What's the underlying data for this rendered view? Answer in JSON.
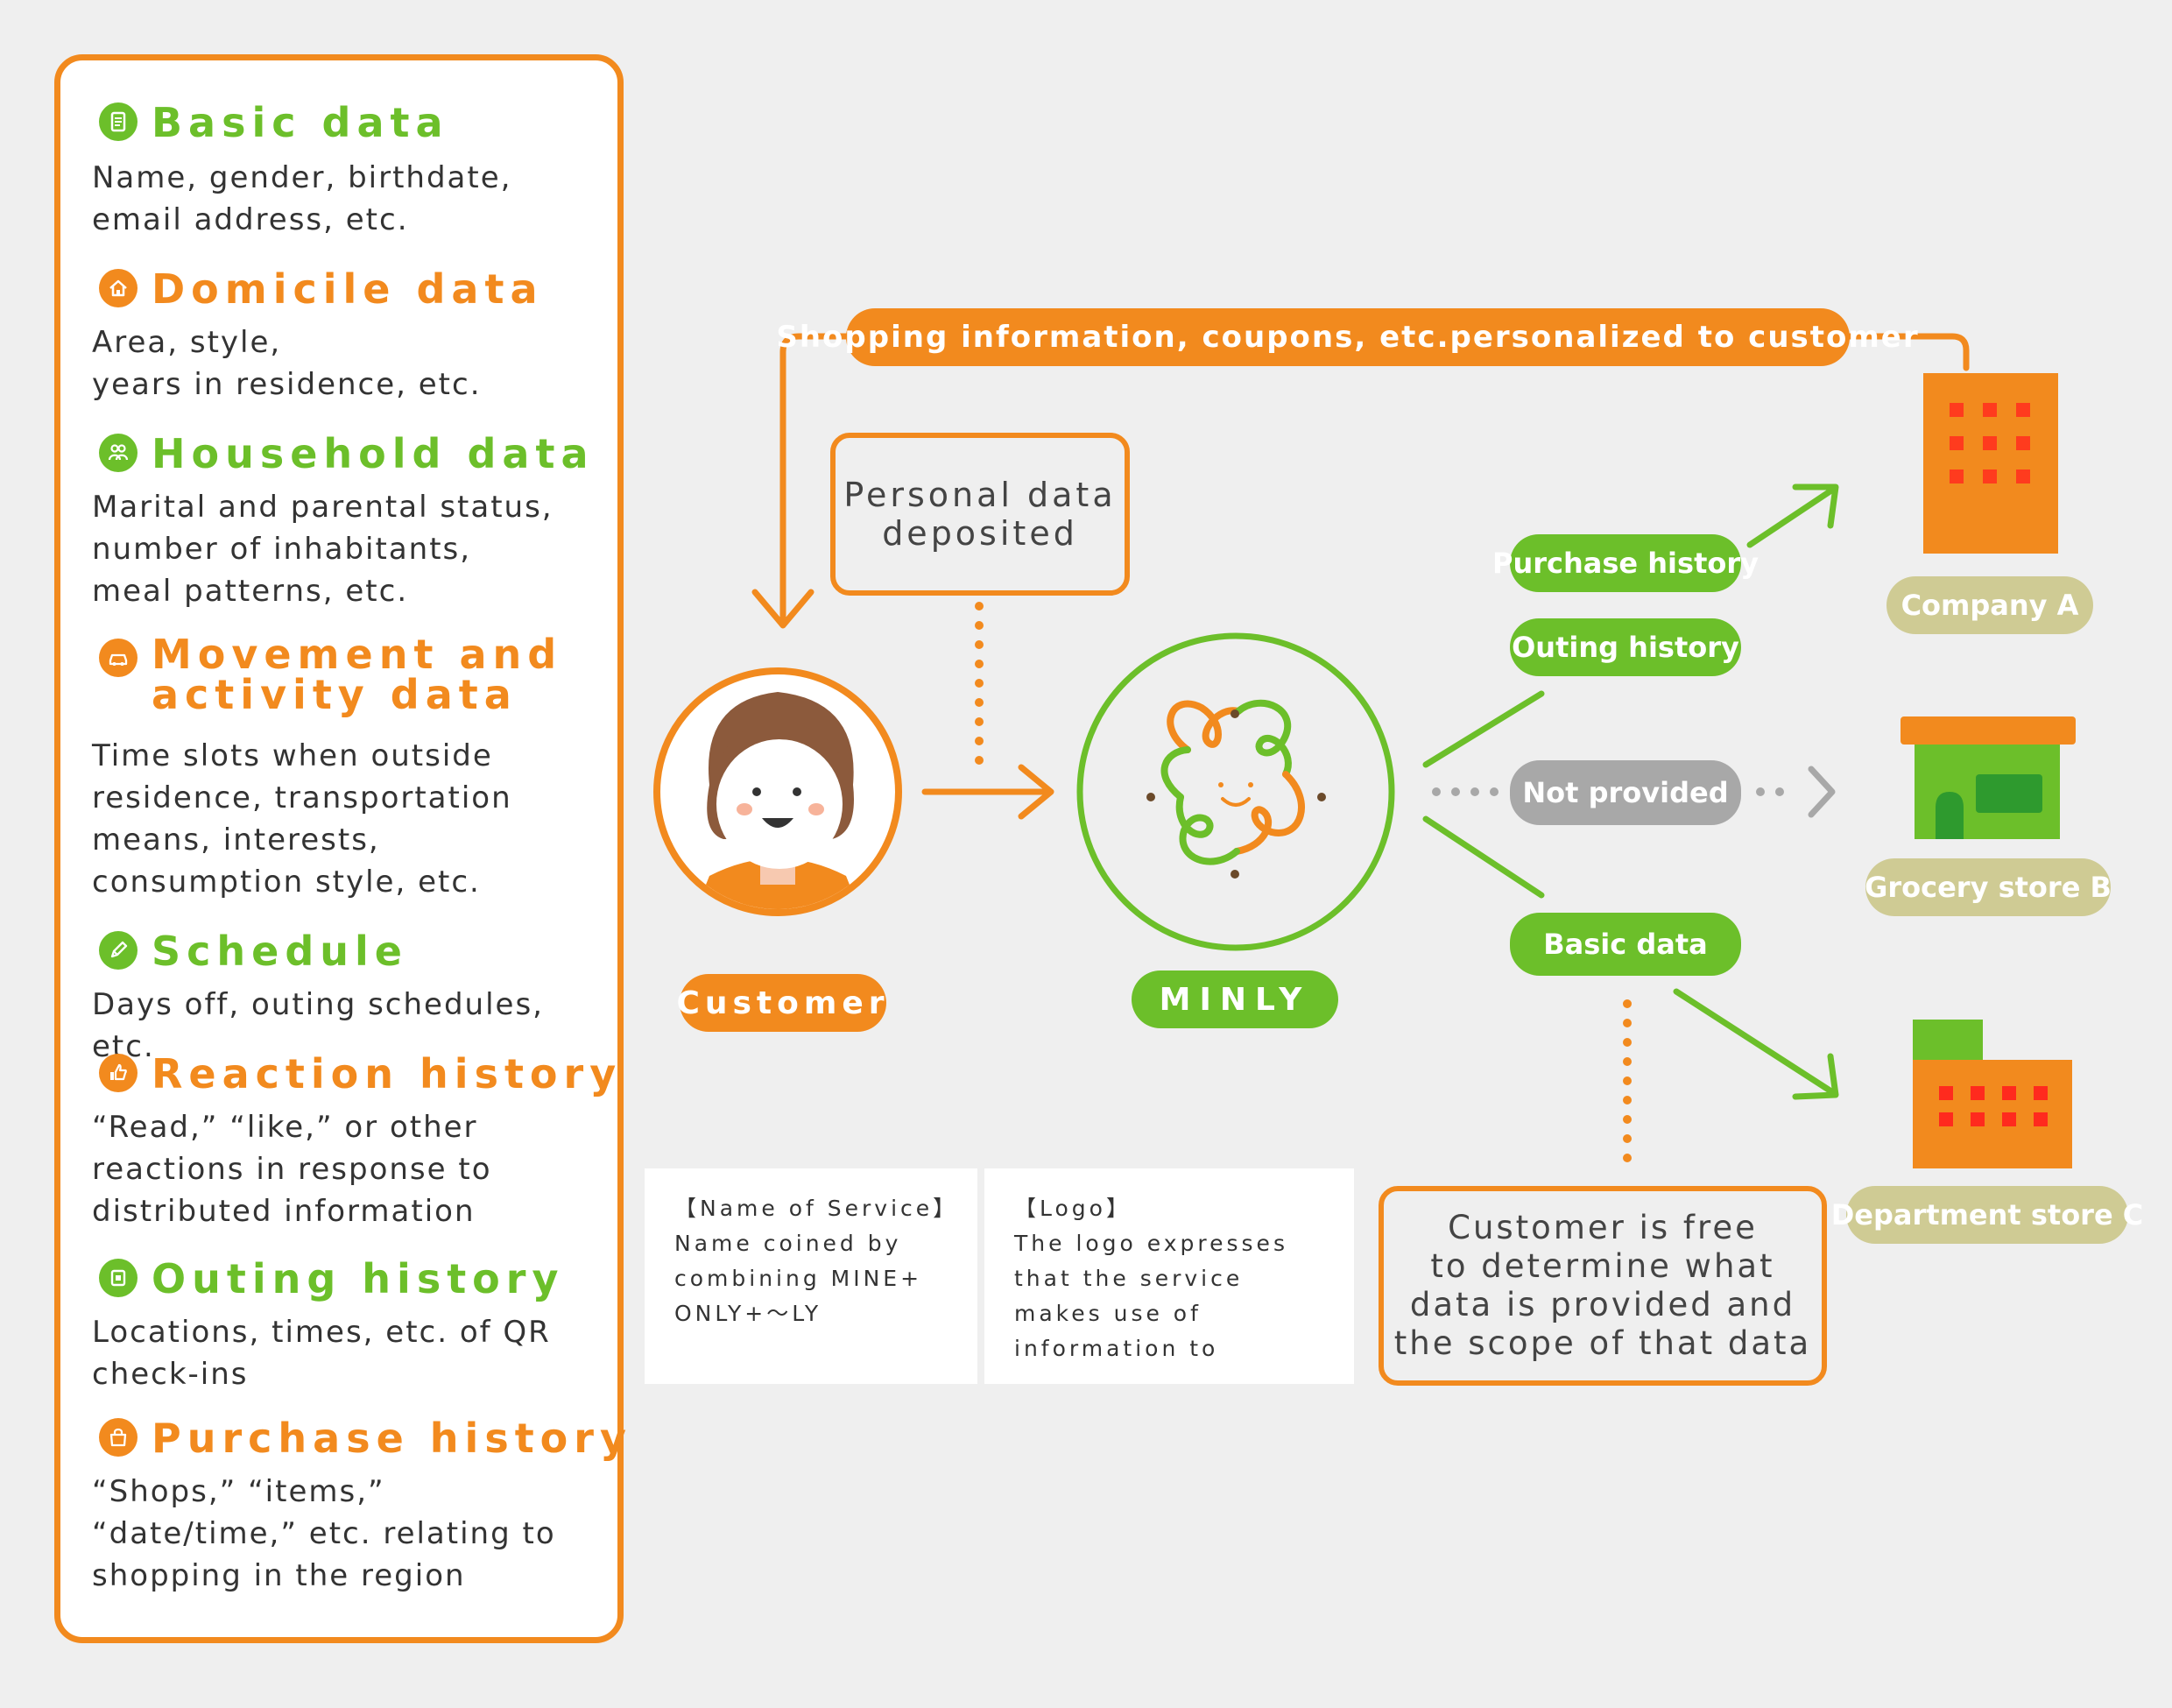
{
  "categories": [
    {
      "title": "Basic data",
      "desc": "Name, gender, birthdate,\nemail address, etc.",
      "icon": "document-icon"
    },
    {
      "title": "Domicile data",
      "desc": "Area, style,\nyears in residence, etc.",
      "icon": "house-icon"
    },
    {
      "title": "Household data",
      "desc": "Marital and parental status,\nnumber of inhabitants,\nmeal patterns, etc.",
      "icon": "family-icon"
    },
    {
      "title": "Movement and\nactivity data",
      "desc": "Time slots when outside\nresidence, transportation\nmeans, interests,\nconsumption style, etc.",
      "icon": "car-icon"
    },
    {
      "title": "Schedule",
      "desc": "Days off, outing schedules, etc.",
      "icon": "pencil-icon"
    },
    {
      "title": "Reaction history",
      "desc": "“Read,” “like,” or other\nreactions in response to\ndistributed information",
      "icon": "thumbs-up-icon"
    },
    {
      "title": "Outing history",
      "desc": "Locations, times, etc. of QR\ncheck-ins",
      "icon": "qr-icon"
    },
    {
      "title": "Purchase history",
      "desc": "“Shops,” “items,”\n“date/time,” etc. relating to\nshopping in the region",
      "icon": "shopping-bag-icon"
    }
  ],
  "diagram": {
    "shopping_info": "Shopping information, coupons, etc.personalized to customer",
    "personal_data": "Personal data\ndeposited",
    "customer": "Customer",
    "minly": "MINLY",
    "flows": {
      "purchase_history": "Purchase history",
      "outing_history": "Outing history",
      "not_provided": "Not provided",
      "basic_data": "Basic data"
    },
    "companies": {
      "company_a": "Company A",
      "grocery_b": "Grocery store B",
      "department_c": "Department store C"
    },
    "customer_free": "Customer is free\nto determine what\ndata is provided and\nthe scope of that data",
    "notes": {
      "service": "【Name of Service】\nName coined by\ncombining MINE+\nONLY+〜LY",
      "logo": "【Logo】\nThe logo expresses\nthat the service\nmakes use of\ninformation to"
    }
  },
  "colors": {
    "orange": "#f28a1e",
    "green": "#6cbf2a",
    "gray": "#a8a8a8",
    "khaki": "#cfcb94",
    "background": "#efefef"
  }
}
